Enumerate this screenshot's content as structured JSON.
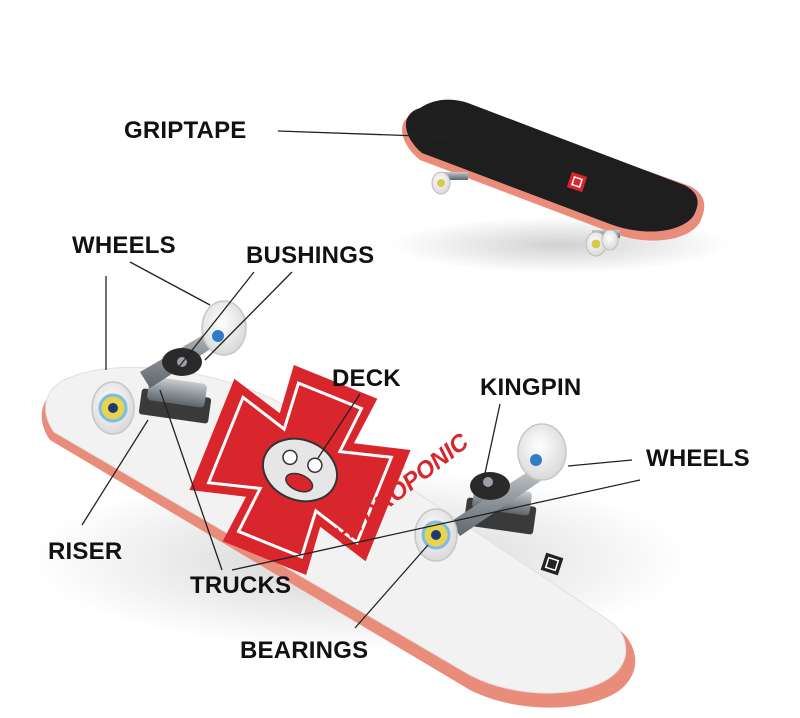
{
  "labels": {
    "griptape": "GRIPTAPE",
    "wheels_top": "WHEELS",
    "bushings": "BUSHINGS",
    "deck": "DECK",
    "kingpin": "KINGPIN",
    "wheels_right": "WHEELS",
    "riser": "RISER",
    "trucks": "TRUCKS",
    "bearings": "BEARINGS"
  },
  "deck_graphic": {
    "brand": "HYDROPONIC"
  },
  "colors": {
    "label_text": "#111111",
    "leader_line": "#222222",
    "deck_edge": "#e98c79",
    "deck_face": "#f2f2f2",
    "griptape": "#1e1e1e",
    "cross_red": "#d8262c",
    "wheel": "#f4f4f4",
    "truck_metal": "#8f969c",
    "bushing": "#2a2a2a"
  },
  "icons": [
    "brand-logo-icon"
  ]
}
